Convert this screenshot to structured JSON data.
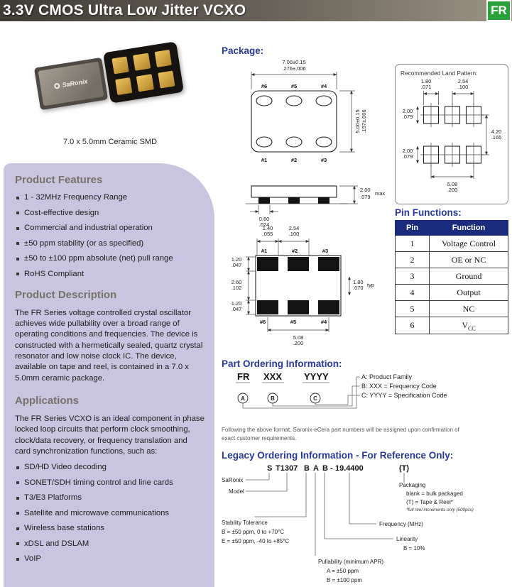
{
  "header": {
    "title": "3.3V CMOS Ultra Low Jitter VCXO",
    "badge": "FR"
  },
  "product": {
    "chip_logo": "SaRonix",
    "photo_caption": "7.0 x 5.0mm Ceramic SMD"
  },
  "features": {
    "heading": "Product Features",
    "items": [
      "1 - 32MHz Frequency Range",
      "Cost-effective design",
      "Commercial and industrial operation",
      "±50 ppm stability (or as specified)",
      "±50 to ±100 ppm absolute (net) pull range",
      "RoHS Compliant"
    ]
  },
  "description": {
    "heading": "Product Description",
    "text": "The FR Series voltage controlled crystal oscillator achieves wide pullability over a broad range of operating conditions and frequencies.  The device is constructed with a hermetically sealed, quartz crystal resonator and low noise clock IC.  The device, available on tape and reel, is contained in a 7.0 x 5.0mm ceramic package."
  },
  "applications": {
    "heading": "Applications",
    "intro": "The FR Series VCXO is an ideal component in phase locked loop circuits that perform clock smoothing, clock/data recovery, or frequency translation and card synchronization functions, such as:",
    "items": [
      "SD/HD Video decoding",
      "SONET/SDH timing control and line cards",
      "T3/E3 Platforms",
      "Satellite and microwave communications",
      "Wireless base stations",
      "xDSL and DSLAM",
      "VoIP"
    ]
  },
  "package": {
    "heading": "Package:",
    "top_view": {
      "width_mm": "7.00±0.15",
      "width_in": ".276±.006",
      "height_mm": "5.00±0.15",
      "height_in": ".197±.006",
      "pins_top": [
        "#6",
        "#5",
        "#4"
      ],
      "pins_bottom": [
        "#1",
        "#2",
        "#3"
      ]
    },
    "side_view": {
      "height_mm": "2.00",
      "height_in": ".079",
      "height_note": "max",
      "pad_mm": "0.60",
      "pad_in": ".024"
    },
    "bottom_view": {
      "pad_len_mm": "1.40",
      "pad_len_in": ".055",
      "pitch_mm": "2.54",
      "pitch_in": ".100",
      "pad_top_mm": "1.20",
      "pad_top_in": ".047",
      "body_mm": "2.60",
      "body_in": ".102",
      "pad_bot_mm": "1.20",
      "pad_bot_in": ".047",
      "pad_w_mm": "1.80",
      "pad_w_in": ".070",
      "pad_w_note": "typ",
      "span_mm": "5.08",
      "span_in": ".200",
      "pins_top": [
        "#1",
        "#2",
        "#3"
      ],
      "pins_bottom": [
        "#6",
        "#5",
        "#4"
      ]
    }
  },
  "land_pattern": {
    "title": "Recommended Land Pattern:",
    "pad_w_mm": "1.80",
    "pad_w_in": ".071",
    "pitch_mm": "2.54",
    "pitch_in": ".100",
    "pad_h1_mm": "2.00",
    "pad_h1_in": ".079",
    "pad_h2_mm": "2.00",
    "pad_h2_in": ".079",
    "row_mm": "4.20",
    "row_in": ".165",
    "span_mm": "5.08",
    "span_in": ".200"
  },
  "pin_functions": {
    "heading": "Pin Functions:",
    "columns": [
      "Pin",
      "Function"
    ],
    "rows": [
      {
        "pin": "1",
        "function": "Voltage Control"
      },
      {
        "pin": "2",
        "function": "OE or NC"
      },
      {
        "pin": "3",
        "function": "Ground"
      },
      {
        "pin": "4",
        "function": "Output"
      },
      {
        "pin": "5",
        "function": "NC"
      },
      {
        "pin": "6",
        "function": "V",
        "function_sub": "CC"
      }
    ]
  },
  "part_ordering": {
    "heading": "Part Ordering Information:",
    "codes": [
      "FR",
      "XXX",
      "YYYY"
    ],
    "markers": [
      "A",
      "B",
      "C"
    ],
    "legend": [
      "A: Product Family",
      "B: XXX = Frequency Code",
      "C: YYYY = Specification Code"
    ],
    "note": "Following the above format, Saronix-eCera part numbers will be assigned upon confirmation of exact customer requirements."
  },
  "legacy": {
    "heading": "Legacy Ordering Information - For Reference Only:",
    "code": [
      "S",
      "T1307",
      "B",
      "A",
      "B",
      "-",
      "19.4400"
    ],
    "suffix": "(T)",
    "saronix": "SaRonix",
    "model": "Model",
    "stability_title": "Stability Tolerance",
    "stability_b": "B = ±50 ppm, 0 to +70°C",
    "stability_e": "E = ±50 ppm, -40 to +85°C",
    "pullability_title": "Pullability  (minimum APR)",
    "pullability_a": "A = ±50 ppm",
    "pullability_b": "B = ±100 ppm",
    "linearity_title": "Linearity",
    "linearity_b": "B = 10%",
    "frequency_title": "Frequency (MHz)",
    "packaging_title": "Packaging",
    "packaging_blank": "blank = bulk packaged",
    "packaging_t": "(T) = Tape & Reel*",
    "packaging_note": "*full reel increments only (500pcs)"
  }
}
